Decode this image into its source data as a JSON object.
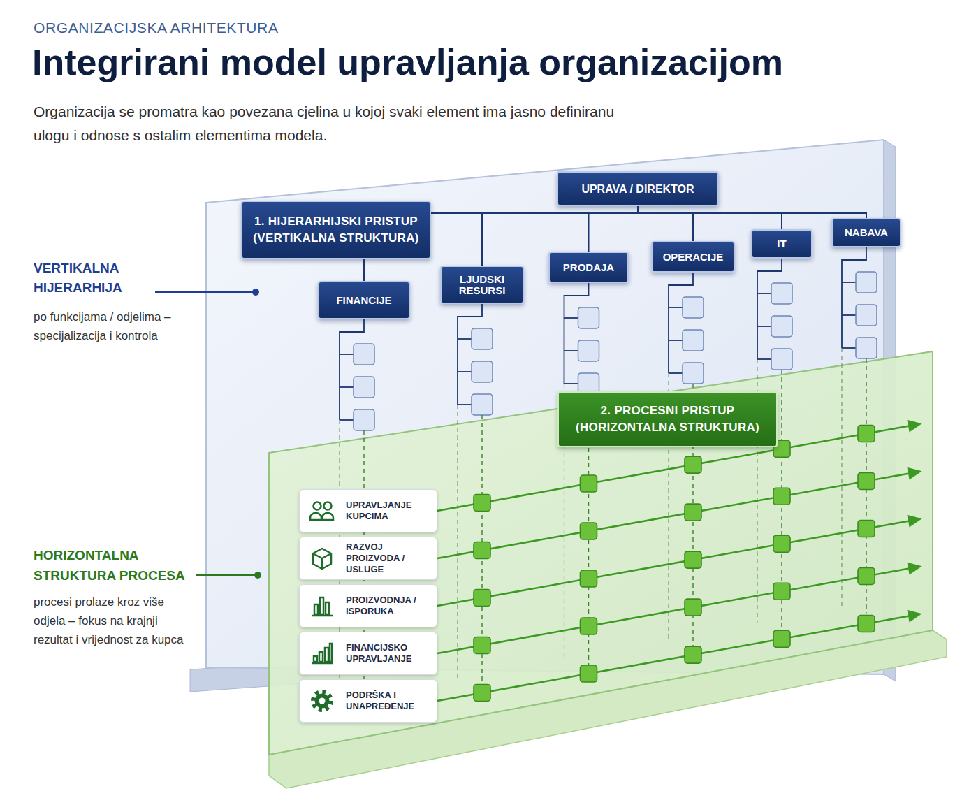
{
  "diagram": {
    "title": "Integrirani model upravljanja organizacijom",
    "caption": "Organizacija se promatra kao povezana cjelina u kojoj svaki element ima jasno definiranu ulogu i odnose s ostalim elementima modela.",
    "nodes": [
      {
        "text": [
          "UPRAVA / DIREKTOR"
        ]
      },
      {
        "text": [
          "1. HIJERARHIJSKI PRISTUP (VERTIKALNA STRUKTURA)"
        ]
      },
      {
        "text": [
          "FINANCIJE"
        ]
      },
      {
        "text": [
          "LJUDSKI RESURSI"
        ]
      },
      {
        "text": [
          "PRODAJA"
        ]
      },
      {
        "text": [
          "OPERACIJE"
        ]
      },
      {
        "text": [
          "IT"
        ]
      },
      {
        "text": [
          "NABAVA"
        ]
      },
      {
        "text": [
          "2. PROCESNI PRISTUP (HORIZONTALNA STRUKTURA)"
        ]
      },
      {
        "text": [
          "UPRAVLJANJE KUPCIMA"
        ]
      },
      {
        "text": [
          "RAZVOJ PROIZVODA / USLUGE"
        ]
      },
      {
        "text": [
          "PROIZVODNJA / ISPORUKA"
        ]
      },
      {
        "text": [
          "FINANCIJSKO UPRAVLJANJE"
        ]
      },
      {
        "text": [
          "PODRŠKA I UNAPREĐENJE"
        ]
      }
    ],
    "edges": [
      {
        "from": 0,
        "to": 2,
        "arrow": "none"
      },
      {
        "from": 0,
        "to": 3,
        "arrow": "none"
      },
      {
        "from": 0,
        "to": 4,
        "arrow": "none"
      },
      {
        "from": 0,
        "to": 5,
        "arrow": "none"
      },
      {
        "from": 0,
        "to": 6,
        "arrow": "none"
      },
      {
        "from": 0,
        "to": 7,
        "arrow": "none"
      }
    ],
    "labels": [
      "ORGANIZACIJSKA ARHITEKTURA",
      "VERTIKALNA HIJERARHIJA",
      "po funkcijama / odjelima – specijalizacija i kontrola",
      "HORIZONTALNA STRUKTURA PROCESA",
      "procesi prolaze kroz više odjela – fokus na krajnji rezultat i vrijednost za kupca"
    ]
  }
}
